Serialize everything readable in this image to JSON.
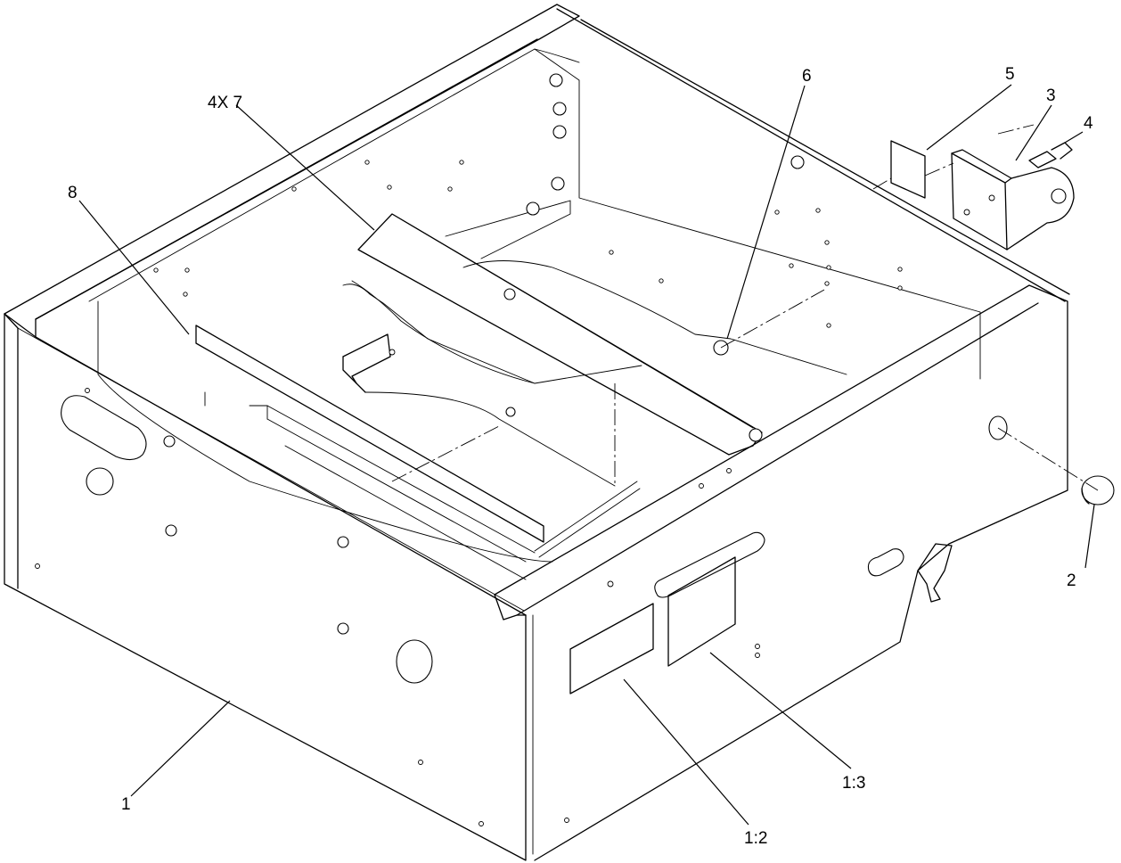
{
  "callouts": {
    "c_1": "1",
    "c_2": "2",
    "c_3": "3",
    "c_4": "4",
    "c_5": "5",
    "c_6": "6",
    "c_4x7": "4X 7",
    "c_8": "8",
    "c_1_2": "1:2",
    "c_1_3": "1:3"
  }
}
